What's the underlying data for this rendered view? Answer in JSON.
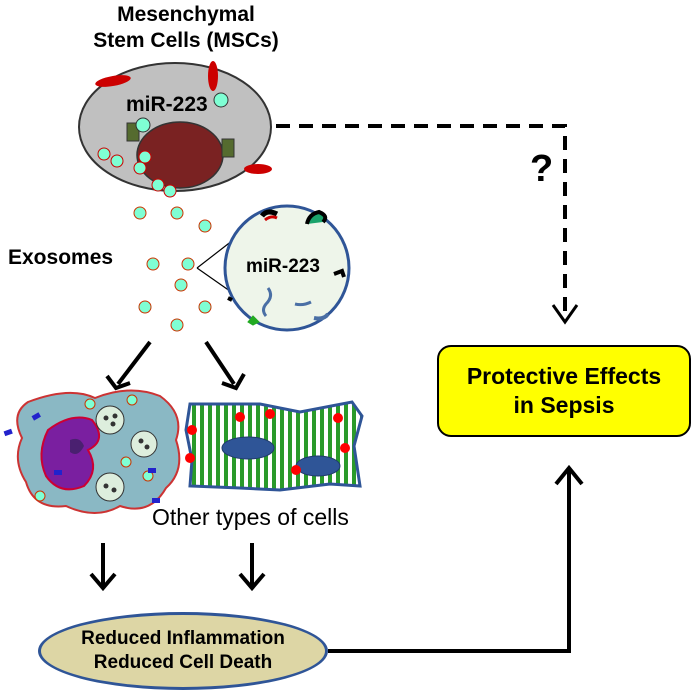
{
  "title": [
    "Mesenchymal",
    "Stem Cells (MSCs)"
  ],
  "mirna_label": "miR-223",
  "exosome_label": "Exosomes",
  "exosome_mirna_label": "miR-223",
  "question_mark": "?",
  "other_cells_label": "Other types of cells",
  "protective_box": [
    "Protective Effects",
    "in Sepsis"
  ],
  "outcome_box": [
    "Reduced Inflammation",
    "Reduced Cell Death"
  ]
}
